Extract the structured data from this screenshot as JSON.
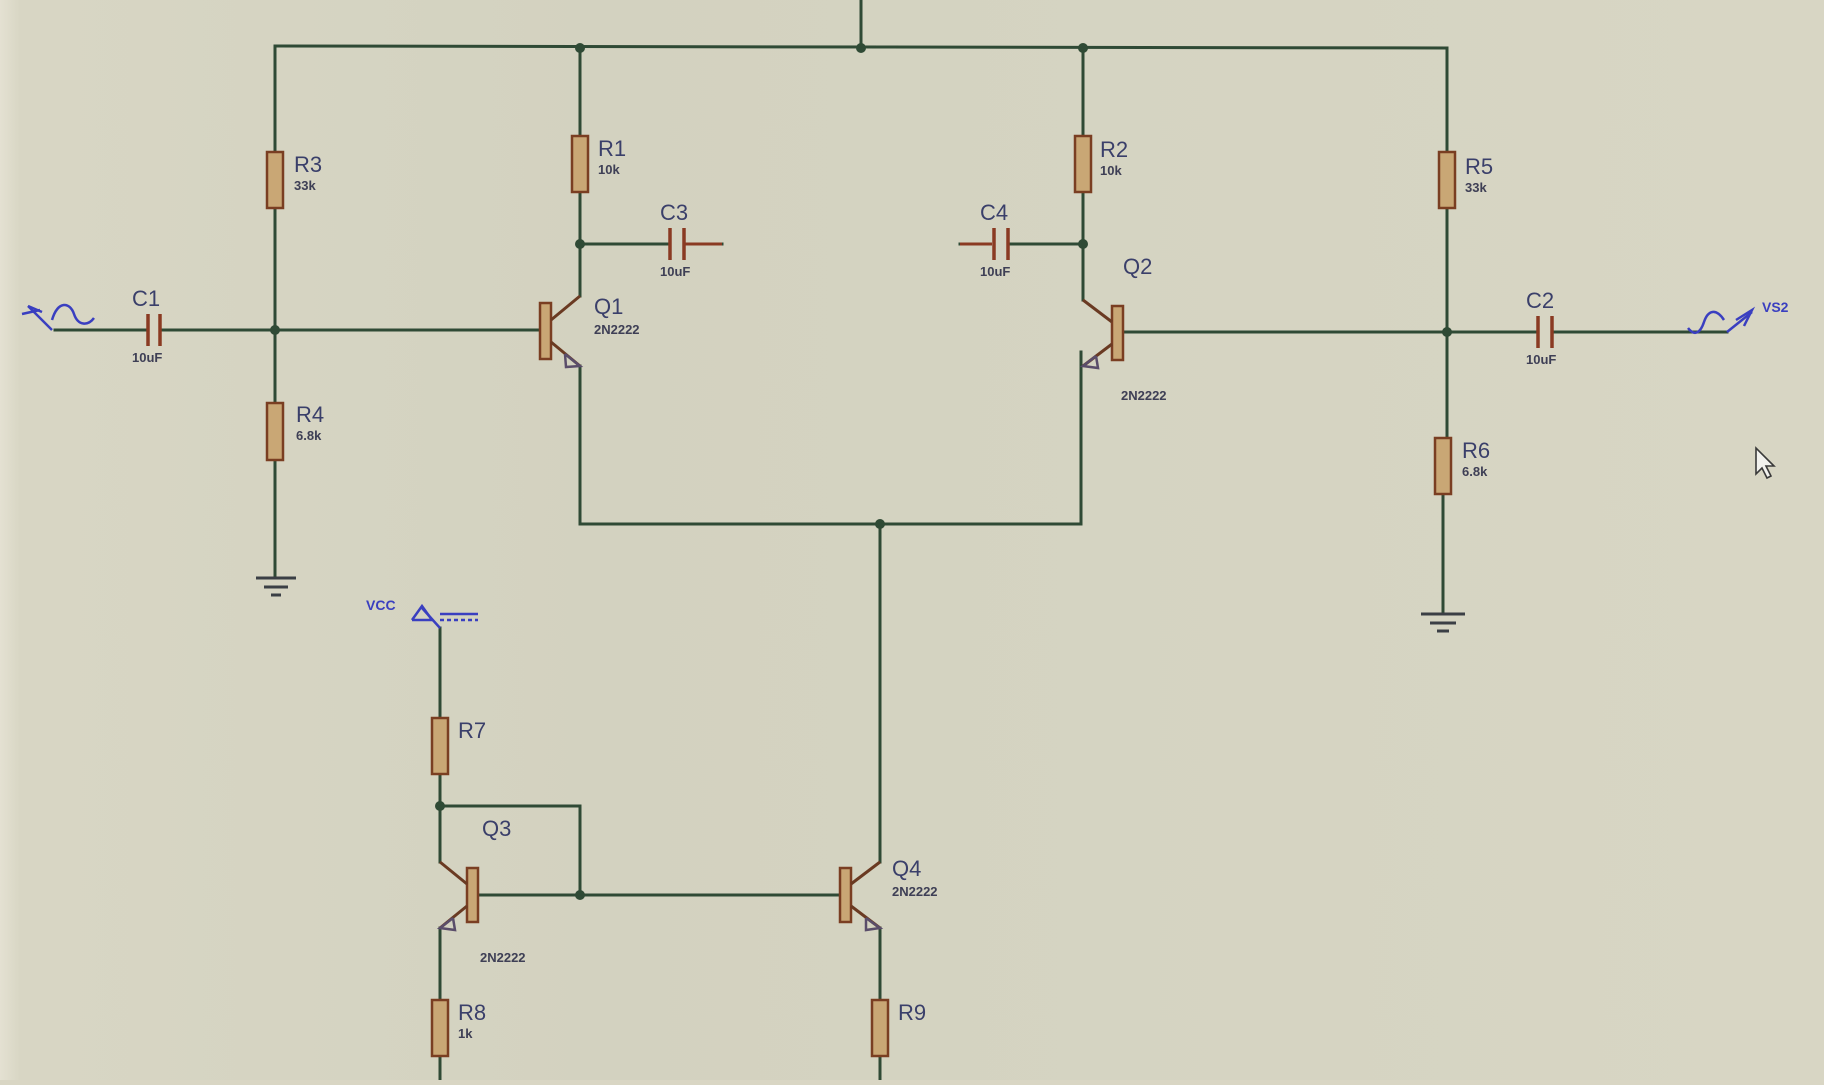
{
  "components": {
    "R1": {
      "name": "R1",
      "value": "10k"
    },
    "R2": {
      "name": "R2",
      "value": "10k"
    },
    "R3": {
      "name": "R3",
      "value": "33k"
    },
    "R4": {
      "name": "R4",
      "value": "6.8k"
    },
    "R5": {
      "name": "R5",
      "value": "33k"
    },
    "R6": {
      "name": "R6",
      "value": "6.8k"
    },
    "R7": {
      "name": "R7",
      "value": ""
    },
    "R8": {
      "name": "R8",
      "value": "1k"
    },
    "R9": {
      "name": "R9",
      "value": ""
    },
    "C1": {
      "name": "C1",
      "value": "10uF"
    },
    "C2": {
      "name": "C2",
      "value": "10uF"
    },
    "C3": {
      "name": "C3",
      "value": "10uF"
    },
    "C4": {
      "name": "C4",
      "value": "10uF"
    },
    "Q1": {
      "name": "Q1",
      "model": "2N2222"
    },
    "Q2": {
      "name": "Q2",
      "model": "2N2222"
    },
    "Q3": {
      "name": "Q3",
      "model": "2N2222"
    },
    "Q4": {
      "name": "Q4",
      "model": "2N2222"
    }
  },
  "ports": {
    "vcc": "VCC",
    "vs2": "VS2"
  },
  "colors": {
    "wire": "#2f4a35",
    "resistor_fill": "#c9a775",
    "resistor_stroke": "#7a3e22",
    "label": "#3a3f6a",
    "port": "#3a3fc0",
    "background": "#d8d6c4"
  },
  "icons": [
    "sine-source-icon",
    "dc-source-icon",
    "ground-icon",
    "mouse-cursor-icon"
  ]
}
